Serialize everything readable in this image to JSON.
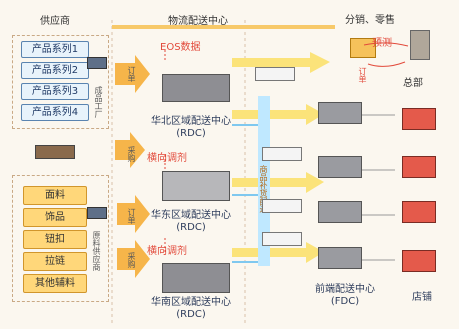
{
  "headers": {
    "supplier": "供应商",
    "logistics": "物流配送中心",
    "retail": "分销、零售"
  },
  "product_series": [
    "产品系列1",
    "产品系列2",
    "产品系列3",
    "产品系列4"
  ],
  "product_vertical": "成品工厂",
  "materials": [
    "面料",
    "饰品",
    "钮扣",
    "拉链",
    "其他辅料"
  ],
  "material_vertical": "原料供应商",
  "eos": "EOS数据",
  "dc": {
    "north": "华北区域配送中心",
    "east": "华东区域配送中心",
    "south": "华南区域配送中心",
    "rdc": "(RDC)"
  },
  "transit_label": "横向调剂",
  "arrow_labels": {
    "a1": "订单",
    "a2": "采购",
    "a3": "订单",
    "a4": "采购"
  },
  "center_vertical": "商品补货配送",
  "fdc": {
    "label": "前端配送中心",
    "abbr": "(FDC)"
  },
  "store": "店铺",
  "hq": "总部",
  "order_top": "订单",
  "forecast": "预测",
  "colors": {
    "arrow_orange": "#f6b54a",
    "arrow_yellow": "#fbe37a",
    "arrow_cyan": "#bfe8ff",
    "dashed": "#c9a985",
    "red_text": "#e24a3b"
  }
}
